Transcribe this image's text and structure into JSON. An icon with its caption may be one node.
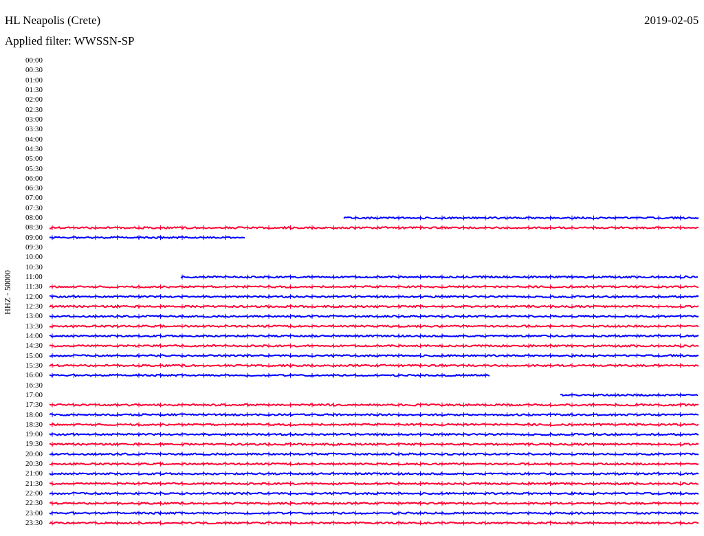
{
  "diagram": {
    "title": "HL Neapolis (Crete)",
    "labels": [
      "2019-02-05",
      "Applied filter: WWSSN-SP",
      "00:00",
      "00:30",
      "01:00",
      "01:30",
      "02:00",
      "02:30",
      "03:00",
      "03:30",
      "04:00",
      "04:30",
      "05:00",
      "05:30",
      "06:00",
      "06:30",
      "07:00",
      "07:30",
      "08:00",
      "08:30",
      "09:00",
      "09:30",
      "10:00",
      "10:30",
      "11:00",
      "11:30",
      "12:00",
      "12:30",
      "13:00",
      "13:30",
      "14:00",
      "14:30",
      "15:00",
      "15:30",
      "16:00",
      "16:30",
      "17:00",
      "17:30",
      "18:00",
      "18:30",
      "19:00",
      "19:30",
      "20:00",
      "20:30",
      "21:00",
      "21:30",
      "22:00",
      "22:30",
      "23:00",
      "23:30",
      "HHZ - 50000"
    ]
  }
}
